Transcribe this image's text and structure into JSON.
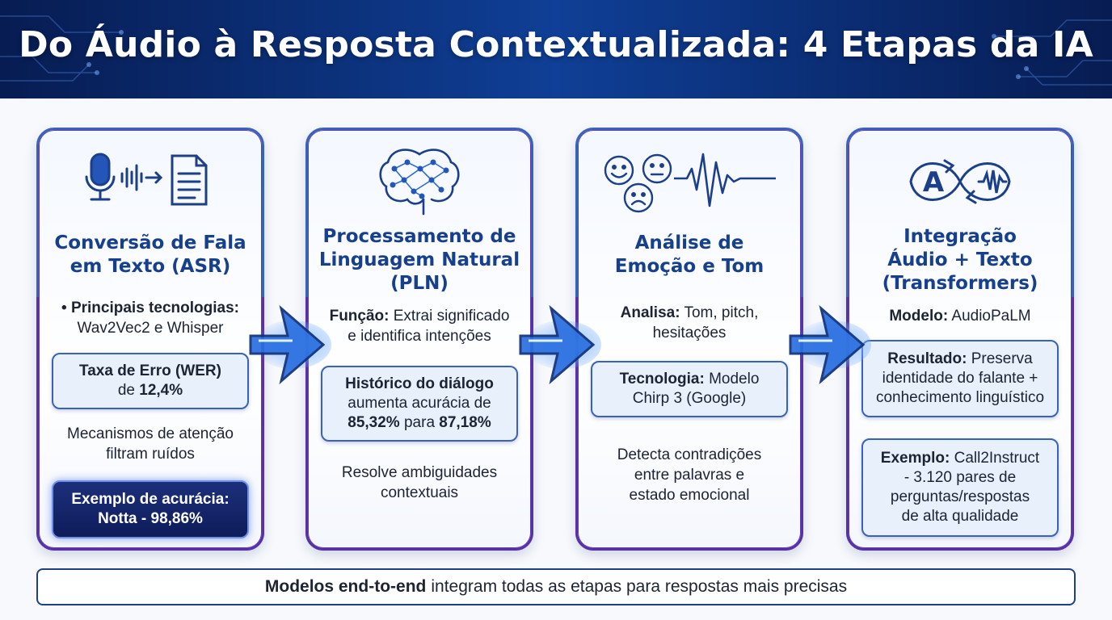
{
  "title": "Do Áudio à Resposta Contextualizada: 4 Etapas da IA",
  "colors": {
    "header": "#0b2a6e",
    "accent": "#3a62b8",
    "title_blue": "#163f8c",
    "dark_box": "#13235f",
    "arrow": "#4fa8ff"
  },
  "cards": [
    {
      "icon": "microphone-soundwave-document-icon",
      "title_lines": [
        "Conversão de Fala",
        "em Texto (ASR)"
      ],
      "tech_label": "• Principais tecnologias:",
      "tech_value": "Wav2Vec2 e Whisper",
      "wer_line1": "Taxa de Erro (WER)",
      "wer_prefix": "de ",
      "wer_value": "12,4%",
      "note_lines": [
        "Mecanismos de atenção",
        "filtram ruídos"
      ],
      "example_line1": "Exemplo de acurácia:",
      "example_line2": "Notta - 98,86%"
    },
    {
      "icon": "brain-network-icon",
      "title_lines": [
        "Processamento de",
        "Linguagem Natural",
        "(PLN)"
      ],
      "func_label": "Função:",
      "func_value_1": " Extrai significado",
      "func_value_2": "e identifica intenções",
      "hist_label": "Histórico do diálogo",
      "hist_line2": "aumenta acurácia de",
      "hist_from": "85,32%",
      "hist_mid": " para ",
      "hist_to": "87,18%",
      "note_lines": [
        "Resolve ambiguidades",
        "contextuais"
      ]
    },
    {
      "icon": "emotion-faces-waveform-icon",
      "title_lines": [
        "Análise de",
        "Emoção e Tom"
      ],
      "analyze_label": "Analisa:",
      "analyze_value_1": " Tom, pitch,",
      "analyze_value_2": "hesitações",
      "tech_label": "Tecnologia:",
      "tech_value_1": " Modelo",
      "tech_value_2": "Chirp 3 (Google)",
      "note_lines": [
        "Detecta contradições",
        "entre palavras e",
        "estado emocional"
      ]
    },
    {
      "icon": "audio-text-integration-loop-icon",
      "icon_letter": "A",
      "title_lines": [
        "Integração",
        "Áudio + Texto",
        "(Transformers)"
      ],
      "model_label": "Modelo:",
      "model_value": " AudioPaLM",
      "result_label": "Resultado:",
      "result_value_1": " Preserva",
      "result_value_2": "identidade do falante +",
      "result_value_3": "conhecimento linguístico",
      "example_label": "Exemplo:",
      "example_value_1": " Call2Instruct",
      "example_value_2": "- 3.120 pares de",
      "example_value_3": "perguntas/respostas",
      "example_value_4": "de alta qualidade"
    }
  ],
  "footer": {
    "bold": "Modelos end-to-end",
    "text": "integram todas as etapas para respostas mais precisas"
  }
}
